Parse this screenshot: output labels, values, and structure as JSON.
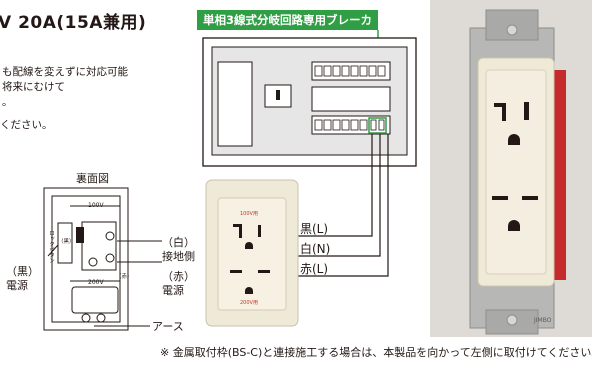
{
  "heading": "V 20A(15A兼用)",
  "description": [
    "も配線を変えずに対応可能",
    "将来にむけて",
    "。",
    "ください。"
  ],
  "rear_view": {
    "title": "裏面図",
    "label_100v": "100V",
    "label_200v": "200V",
    "label_lock": "ロックボタン",
    "label_black_small": "（黒）",
    "label_red_small": "（赤）",
    "white_label": [
      "（白）",
      "接地側"
    ],
    "red_label": [
      "（赤）",
      "電源"
    ],
    "black_label": [
      "（黒）",
      "電源"
    ],
    "ground_label": "アース"
  },
  "breaker_callout": "単相3線式分岐回路専用ブレーカ",
  "outlet_plate": {
    "top_label": "100V用",
    "bottom_label": "200V用"
  },
  "wires": [
    {
      "label": "黒(L)",
      "color": "#231815"
    },
    {
      "label": "白(N)",
      "color": "#231815"
    },
    {
      "label": "赤(L)",
      "color": "#231815"
    }
  ],
  "photo": {
    "brand": "JIMBO"
  },
  "footnote": "※ 金属取付枠(BS-C)と連接施工する場合は、本製品を向かって左側に取付けてください。",
  "colors": {
    "callout_green": "#2f9e44",
    "panel_gray": "#e6e6e6",
    "outlet_cream": "#efe9d8",
    "photo_bg": "#dedad6",
    "red_backing": "#c62b2b"
  }
}
